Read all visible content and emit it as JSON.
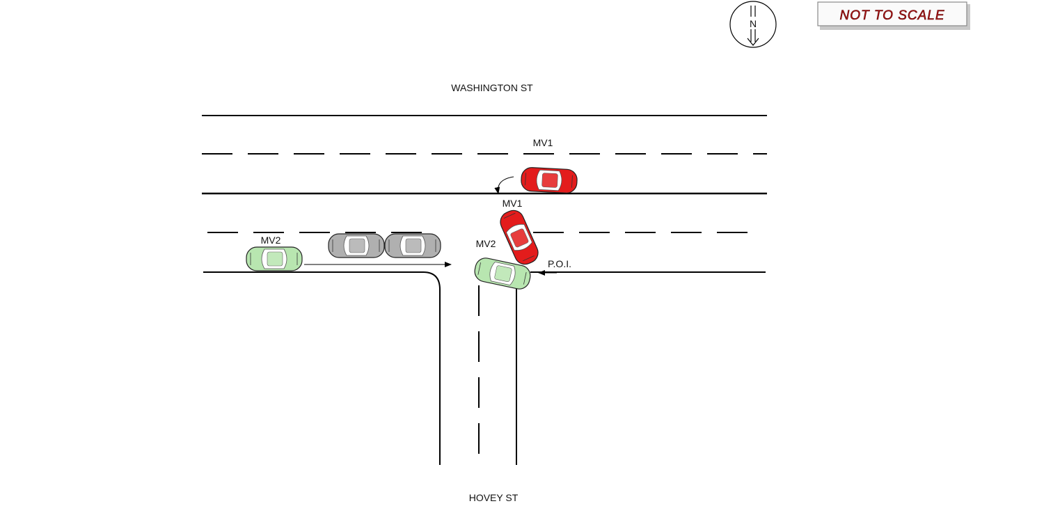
{
  "compass": {
    "letter": "N"
  },
  "scale_note": "NOT TO SCALE",
  "streets": {
    "north": "WASHINGTON ST",
    "south": "HOVEY ST"
  },
  "labels": {
    "mv1_initial": "MV1",
    "mv1_impact": "MV1",
    "mv2_initial": "MV2",
    "mv2_impact": "MV2",
    "poi": "P.O.I."
  },
  "colors": {
    "mv1": "#e31c1c",
    "mv2": "#b8e6b0",
    "other_vehicles": "#b0b0b0",
    "road_lines": "#000000"
  }
}
